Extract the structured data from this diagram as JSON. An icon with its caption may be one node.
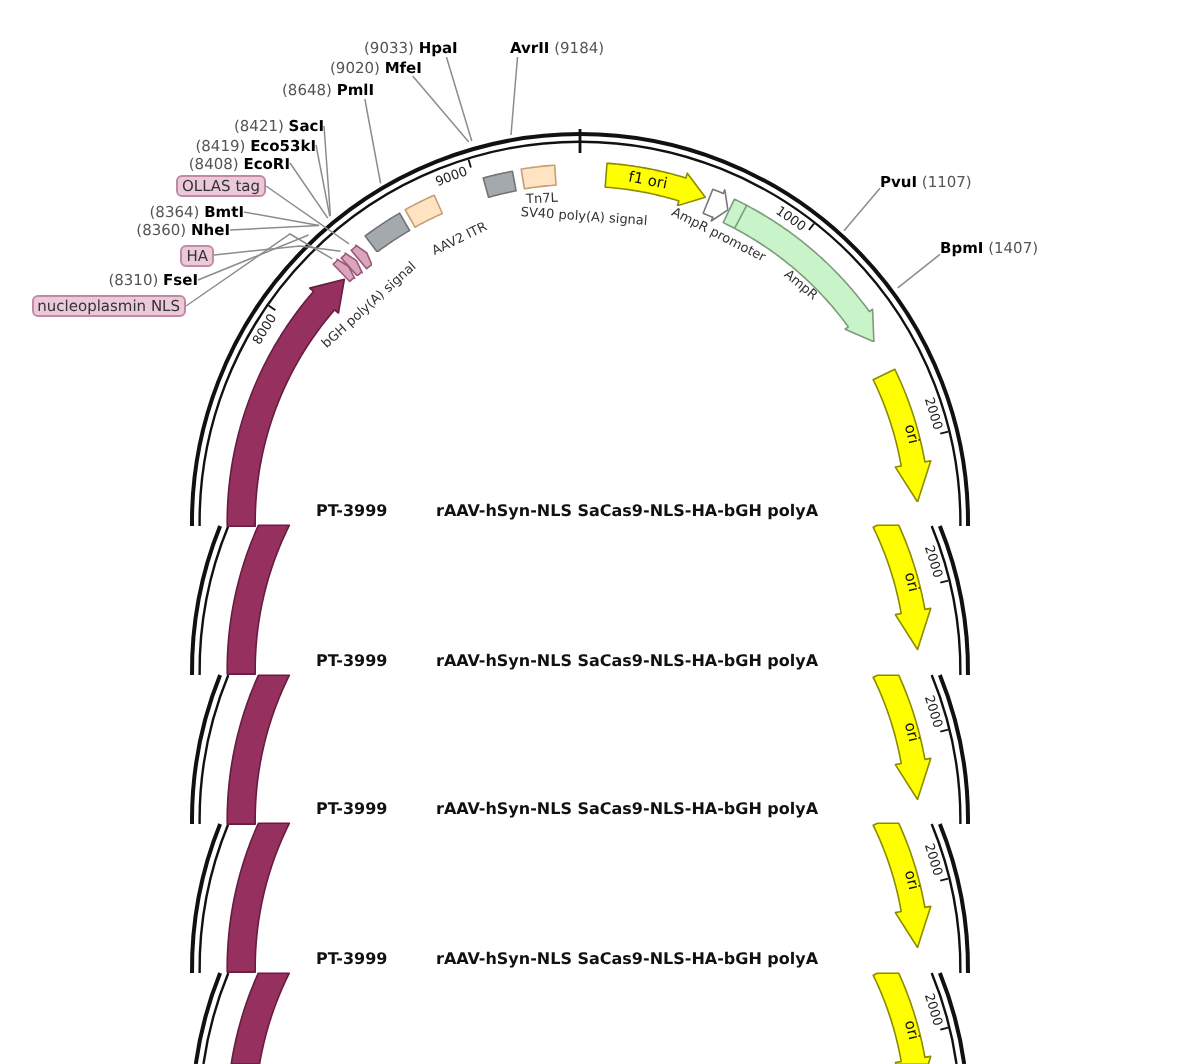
{
  "diagram": {
    "nodes": [
      {
        "text": [
          "(9033) **HpaI**"
        ]
      },
      {
        "text": [
          "**AvrII** (9184)"
        ]
      },
      {
        "text": [
          "(9020) **MfeI**"
        ]
      },
      {
        "text": [
          "(8648) **PmlI**"
        ]
      },
      {
        "text": [
          "(8421) **SacI**"
        ]
      },
      {
        "text": [
          "(8419) **Eco53kI**"
        ]
      },
      {
        "text": [
          "(8408) **EcoRI**"
        ]
      },
      {
        "text": [
          "OLLAS tag"
        ]
      },
      {
        "text": [
          "**PvuI** (1107)"
        ]
      },
      {
        "text": [
          "(8364) **BmtI**"
        ]
      },
      {
        "text": [
          "(8360) **NheI**"
        ]
      },
      {
        "text": [
          "HA"
        ]
      },
      {
        "text": [
          "**BpmI** (1407)"
        ]
      },
      {
        "text": [
          "(8310) **FseI**"
        ]
      },
      {
        "text": [
          "nucleoplasmin NLS"
        ]
      },
      {
        "text": [],
        "shape": "box"
      },
      {
        "text": [],
        "shape": "box",
        "beside": [
          "AAV2 ITR"
        ]
      },
      {
        "text": [],
        "shape": "box"
      },
      {
        "text": [],
        "shape": "box",
        "beside": [
          "Tn7L"
        ]
      },
      {
        "text": [
          "f1 ori"
        ]
      },
      {
        "text": [],
        "shape": "arrow",
        "beside": [
          "AmpR promoter"
        ]
      },
      {
        "text": [],
        "shape": "arrow",
        "beside": [
          "AmpR"
        ]
      },
      {
        "text": [],
        "shape": "arrow"
      },
      {
        "text": [],
        "shape": "arrow"
      },
      {
        "text": [],
        "shape": "arrow"
      },
      {
        "text": [],
        "shape": "arrow"
      },
      {
        "text": [
          "ori"
        ]
      },
      {
        "text": [],
        "shape": "arrow"
      },
      {
        "text": [
          "ori"
        ]
      },
      {
        "text": [],
        "shape": "arrow"
      },
      {
        "text": [
          "ori"
        ]
      },
      {
        "text": [],
        "shape": "arrow"
      },
      {
        "text": [
          "ori"
        ]
      },
      {
        "text": [],
        "shape": "arrow"
      },
      {
        "text": [
          "ori"
        ]
      }
    ],
    "edges": [
      {
        "from": 0,
        "to": null,
        "arrow": "none"
      },
      {
        "from": 1,
        "to": null,
        "arrow": "none"
      },
      {
        "from": 2,
        "to": null,
        "arrow": "none"
      },
      {
        "from": 3,
        "to": null,
        "arrow": "none"
      },
      {
        "from": 4,
        "to": null,
        "arrow": "none"
      },
      {
        "from": 5,
        "to": null,
        "arrow": "none"
      },
      {
        "from": 6,
        "to": null,
        "arrow": "none"
      },
      {
        "from": 7,
        "to": 22,
        "arrow": "none"
      },
      {
        "from": 8,
        "to": null,
        "arrow": "none"
      },
      {
        "from": 9,
        "to": null,
        "arrow": "none"
      },
      {
        "from": 10,
        "to": null,
        "arrow": "none"
      },
      {
        "from": 11,
        "to": 23,
        "arrow": "none"
      },
      {
        "from": 12,
        "to": null,
        "arrow": "none"
      },
      {
        "from": 13,
        "to": null,
        "arrow": "none"
      },
      {
        "from": 14,
        "to": 24,
        "arrow": "none"
      }
    ],
    "labels": [
      "9000",
      "1000",
      "SV40 poly(A) signal",
      "bGH poly(A) signal",
      "8000",
      "2000",
      "PT-3999",
      "rAAV-hSyn-NLS SaCas9-NLS-HA-bGH polyA",
      "2000",
      "PT-3999",
      "rAAV-hSyn-NLS SaCas9-NLS-HA-bGH polyA",
      "2000",
      "PT-3999",
      "rAAV-hSyn-NLS SaCas9-NLS-HA-bGH polyA",
      "2000",
      "PT-3999",
      "rAAV-hSyn-NLS SaCas9-NLS-HA-bGH polyA",
      "2000"
    ]
  }
}
